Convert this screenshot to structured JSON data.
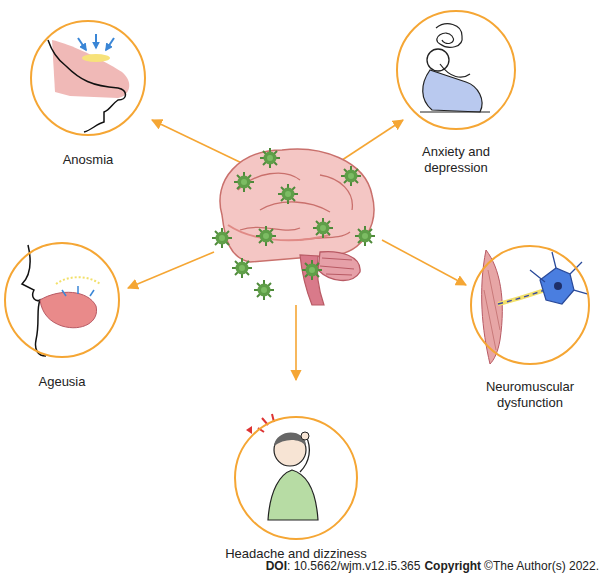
{
  "diagram": {
    "nodes": [
      {
        "text": [
          "Anosmia"
        ]
      },
      {
        "text": [
          "Anxiety and depression"
        ]
      },
      {
        "text": [
          "Ageusia"
        ]
      },
      {
        "text": [
          "Neuromuscular dysfunction"
        ]
      },
      {
        "text": [
          "Headache and dizziness"
        ]
      }
    ],
    "labels": [
      "DOI",
      ": 10.5662/wjm.v12.i5.365",
      "Copyright",
      "©The Author(s) 2022."
    ]
  }
}
